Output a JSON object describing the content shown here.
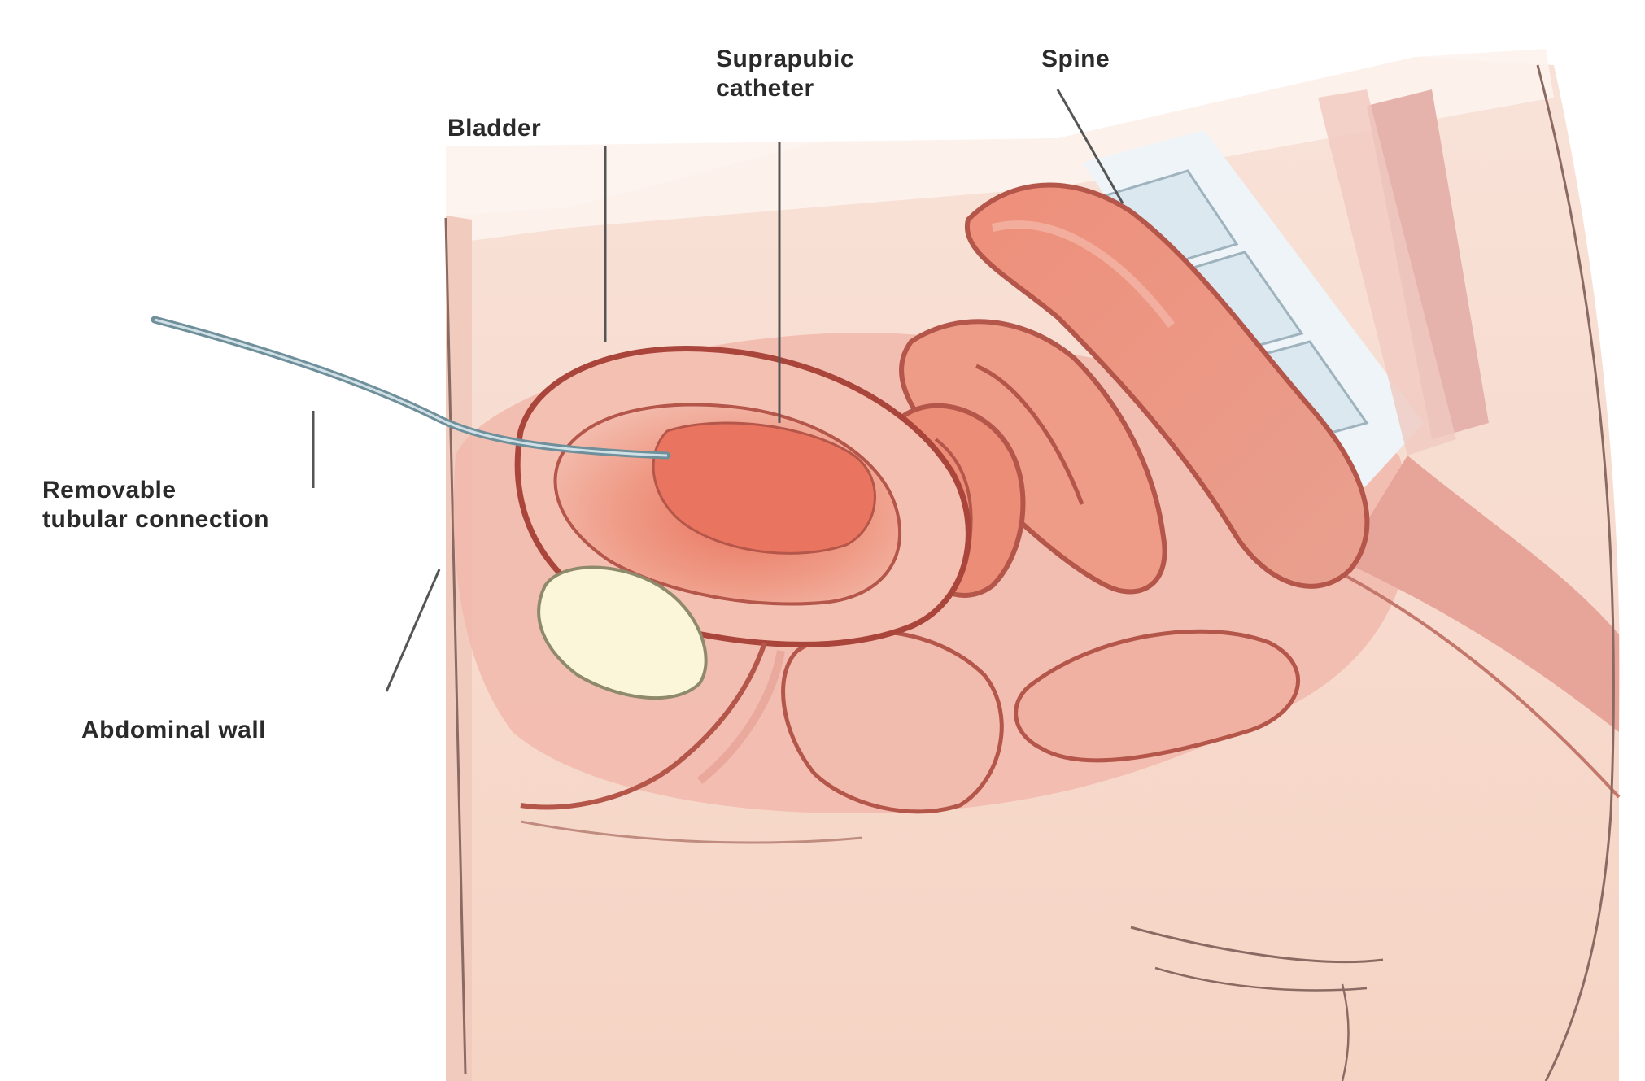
{
  "labels": {
    "bladder": "Bladder",
    "suprapubic_catheter": [
      "Suprapubic",
      "catheter"
    ],
    "spine": "Spine",
    "removable_tube": [
      "Removable",
      "tubular connection"
    ],
    "abdominal_wall": "Abdominal wall"
  }
}
